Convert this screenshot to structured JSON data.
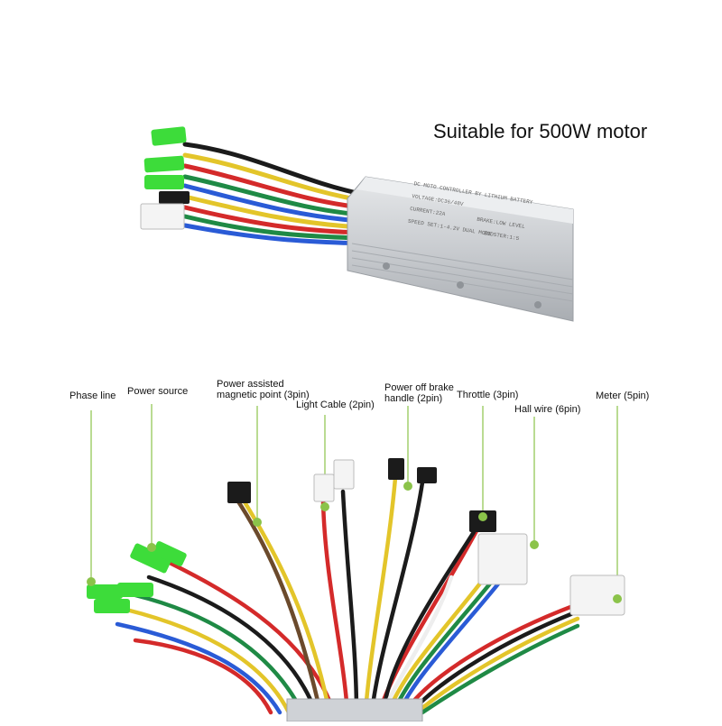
{
  "headline": "Suitable for 500W motor",
  "controller_label_lines": [
    "DC MOTO CONTROLLER BY LITHIUM BATTERY",
    "VOLTAGE:DC36/48V",
    "CURRENT:22A",
    "BRAKE:LOW LEVEL",
    "SPEED SET:1-4.2V DUAL MODE",
    "BOOSTER:1:5"
  ],
  "callouts": [
    {
      "key": "phase",
      "lines": [
        "Phase line"
      ]
    },
    {
      "key": "power",
      "lines": [
        "Power source"
      ]
    },
    {
      "key": "assist",
      "lines": [
        "Power assisted",
        "magnetic point (3pin)"
      ]
    },
    {
      "key": "light",
      "lines": [
        "Light Cable (2pin)"
      ]
    },
    {
      "key": "brake",
      "lines": [
        "Power off brake",
        "handle (2pin)"
      ]
    },
    {
      "key": "throttle",
      "lines": [
        "Throttle (3pin)"
      ]
    },
    {
      "key": "hall",
      "lines": [
        "Hall wire (6pin)"
      ]
    },
    {
      "key": "meter",
      "lines": [
        "Meter (5pin)"
      ]
    }
  ],
  "colors": {
    "callout_green": "#8bc34a",
    "connector_green": "#3ddc3a",
    "housing": "#c9ccd0",
    "wire_red": "#d42a2a",
    "wire_yellow": "#e3c52a",
    "wire_blue": "#2a5bd6",
    "wire_green": "#1f8a45",
    "wire_black": "#1b1b1b",
    "wire_brown": "#6b4a2c",
    "wire_white": "#eeeeee"
  }
}
